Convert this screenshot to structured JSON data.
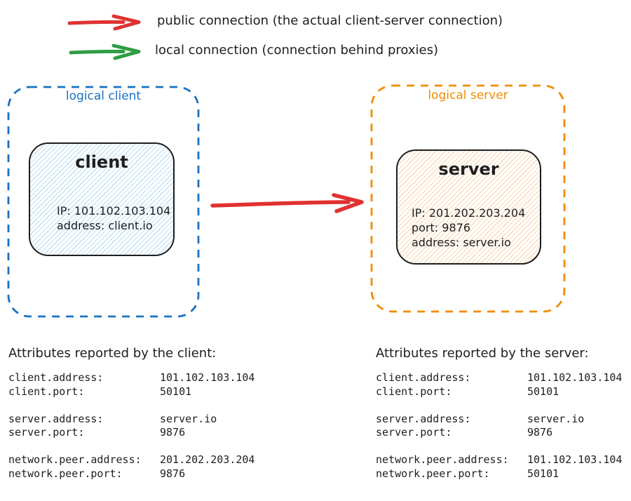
{
  "colors": {
    "ink": "#1e1e1e",
    "public_arrow": "#e03131",
    "local_arrow": "#2f9e44",
    "logical_client_border": "#1971c2",
    "logical_server_border": "#f08c00",
    "client_node_fill": "#a5d8ff",
    "server_node_fill": "#ffd8a8"
  },
  "legend": {
    "items": [
      {
        "name": "public-connection",
        "arrow_color": "#e03131",
        "label": "public connection (the actual client-server connection)"
      },
      {
        "name": "local-connection",
        "arrow_color": "#2f9e44",
        "label": "local connection (connection behind proxies)"
      }
    ]
  },
  "diagram": {
    "logical_client": {
      "label": "logical client",
      "node": {
        "title": "client",
        "lines": [
          "IP: 101.102.103.104",
          "address: client.io"
        ]
      }
    },
    "logical_server": {
      "label": "logical server",
      "node": {
        "title": "server",
        "lines": [
          "IP: 201.202.203.204",
          "port: 9876",
          "address: server.io"
        ]
      }
    }
  },
  "attributes": {
    "client": {
      "heading": "Attributes reported by the client:",
      "groups": [
        [
          {
            "key": "client.address:",
            "value": "101.102.103.104"
          },
          {
            "key": "client.port:",
            "value": "50101"
          }
        ],
        [
          {
            "key": "server.address:",
            "value": "server.io"
          },
          {
            "key": "server.port:",
            "value": "9876"
          }
        ],
        [
          {
            "key": "network.peer.address:",
            "value": "201.202.203.204"
          },
          {
            "key": "network.peer.port:",
            "value": "9876"
          }
        ]
      ]
    },
    "server": {
      "heading": "Attributes reported by the server:",
      "groups": [
        [
          {
            "key": "client.address:",
            "value": "101.102.103.104"
          },
          {
            "key": "client.port:",
            "value": "50101"
          }
        ],
        [
          {
            "key": "server.address:",
            "value": "server.io"
          },
          {
            "key": "server.port:",
            "value": "9876"
          }
        ],
        [
          {
            "key": "network.peer.address:",
            "value": "101.102.103.104"
          },
          {
            "key": "network.peer.port:",
            "value": "50101"
          }
        ]
      ]
    }
  }
}
